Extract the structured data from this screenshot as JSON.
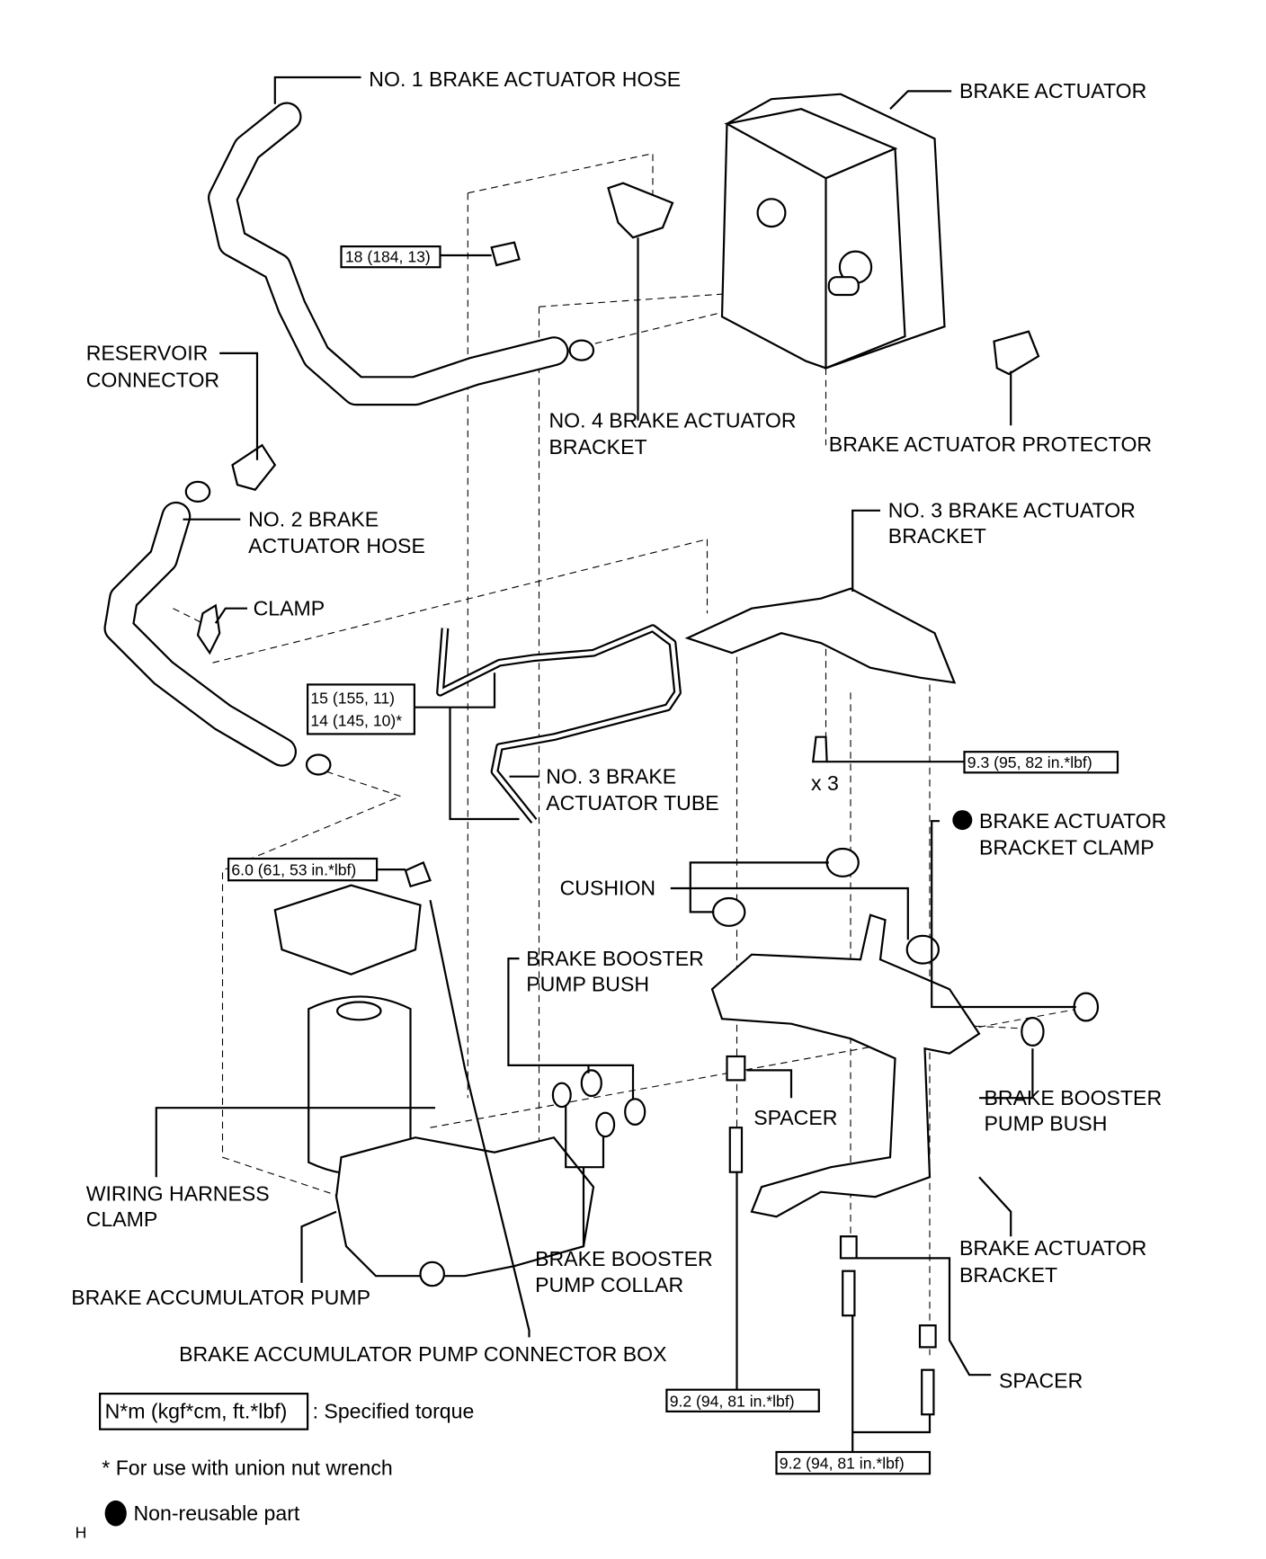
{
  "labels": {
    "no1_hose": "NO. 1 BRAKE ACTUATOR HOSE",
    "brake_actuator": "BRAKE ACTUATOR",
    "reservoir_connector": [
      "RESERVOIR",
      "CONNECTOR"
    ],
    "no4_bracket": [
      "NO. 4 BRAKE ACTUATOR",
      "BRACKET"
    ],
    "protector": "BRAKE ACTUATOR PROTECTOR",
    "no2_hose": [
      "NO. 2 BRAKE",
      "ACTUATOR HOSE"
    ],
    "clamp": "CLAMP",
    "no3_bracket": [
      "NO. 3 BRAKE ACTUATOR",
      "BRACKET"
    ],
    "no3_tube": [
      "NO. 3 BRAKE",
      "ACTUATOR TUBE"
    ],
    "x3": "x 3",
    "bracket_clamp": [
      "BRAKE ACTUATOR",
      "BRACKET CLAMP"
    ],
    "cushion": "CUSHION",
    "pump_bush_left": [
      "BRAKE BOOSTER",
      "PUMP BUSH"
    ],
    "pump_bush_right": [
      "BRAKE BOOSTER",
      "PUMP BUSH"
    ],
    "spacer_upper": "SPACER",
    "wiring_clamp": [
      "WIRING HARNESS",
      "CLAMP"
    ],
    "pump_collar": [
      "BRAKE BOOSTER",
      "PUMP COLLAR"
    ],
    "actuator_bracket": [
      "BRAKE ACTUATOR",
      "BRACKET"
    ],
    "accumulator_pump": "BRAKE ACCUMULATOR PUMP",
    "connector_box": "BRAKE ACCUMULATOR PUMP CONNECTOR BOX",
    "spacer_lower": "SPACER"
  },
  "torques": {
    "t18": "18 (184, 13)",
    "t15": "15 (155, 11)",
    "t14": "14 (145, 10)*",
    "t93": "9.3 (95, 82 in.*lbf)",
    "t60": "6.0 (61, 53 in.*lbf)",
    "t92a": "9.2 (94, 81 in.*lbf)",
    "t92b": "9.2 (94, 81 in.*lbf)"
  },
  "legend": {
    "torque_box": "N*m (kgf*cm, ft.*lbf)",
    "torque_text": ": Specified torque",
    "union_note": "* For use with union nut wrench",
    "nonreusable": "Non-reusable part",
    "corner_mark": "H"
  },
  "icons": {
    "nonreusable": "filled-circle-icon"
  }
}
